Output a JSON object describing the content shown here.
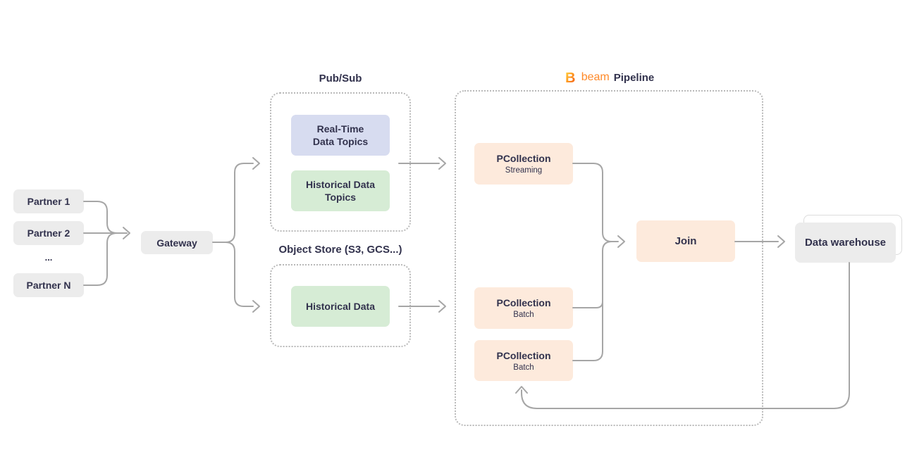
{
  "partners": {
    "p1": "Partner 1",
    "p2": "Partner 2",
    "ellipsis": "...",
    "pn": "Partner N"
  },
  "gateway": {
    "label": "Gateway"
  },
  "pubsub": {
    "title": "Pub/Sub",
    "realtime": {
      "line1": "Real-Time",
      "line2": "Data Topics"
    },
    "historical": {
      "line1": "Historical Data",
      "line2": "Topics"
    }
  },
  "object_store": {
    "title": "Object Store (S3, GCS...)",
    "historical": {
      "label": "Historical Data"
    }
  },
  "beam_pipeline": {
    "logo_letter": "B",
    "brand": "beam",
    "title": "Pipeline",
    "pcollection_streaming": {
      "title": "PCollection",
      "subtitle": "Streaming"
    },
    "pcollection_batch_1": {
      "title": "PCollection",
      "subtitle": "Batch"
    },
    "pcollection_batch_2": {
      "title": "PCollection",
      "subtitle": "Batch"
    },
    "join": {
      "label": "Join"
    }
  },
  "warehouse": {
    "label": "Data warehouse"
  },
  "colors": {
    "text": "#32324d",
    "arrow": "#a6a6a6",
    "dashed_border": "#b9b9b9",
    "gray_node": "#ececec",
    "lavender_node": "#d7dcf0",
    "green_node": "#d6ecd5",
    "peach_node": "#fdeadc",
    "beam_orange": "#ff8a2a",
    "beam_gradient_top": "#ffe14d",
    "beam_gradient_bottom": "#ef4c12"
  }
}
